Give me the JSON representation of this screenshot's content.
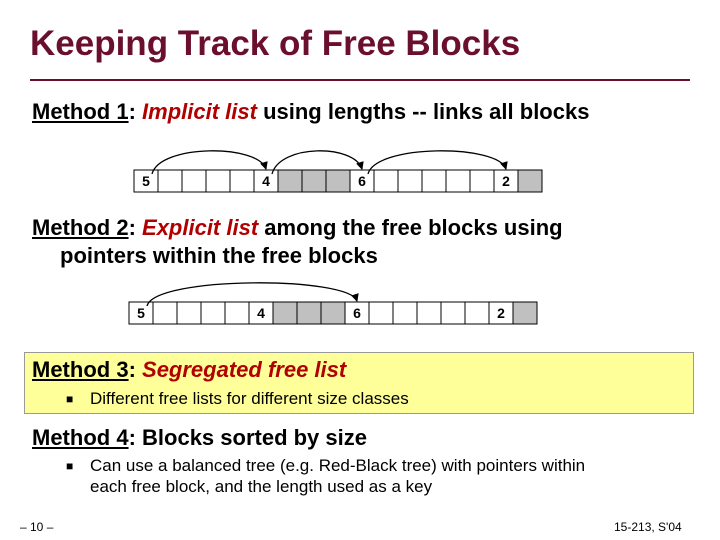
{
  "title": "Keeping Track of Free Blocks",
  "method1": {
    "label": "Method 1",
    "colon": ":",
    "em": "Implicit list",
    "rest": "using lengths -- links all blocks",
    "block_values": [
      "5",
      "4",
      "6",
      "2"
    ]
  },
  "method2": {
    "label": "Method 2",
    "colon": ":",
    "em": "Explicit list",
    "rest": "among the free blocks using",
    "line2": "pointers within the free blocks",
    "block_values": [
      "5",
      "4",
      "6",
      "2"
    ]
  },
  "method3": {
    "label": "Method 3",
    "colon": ":",
    "em": "Segregated free list",
    "bullet": "Different free lists for different size classes"
  },
  "method4": {
    "label": "Method 4",
    "colon": ":",
    "rest": "Blocks sorted by size",
    "bullet_line1": "Can use a balanced tree (e.g. Red-Black tree) with pointers within",
    "bullet_line2": "each free block, and the length used as a key"
  },
  "footer": {
    "page": "– 10 –",
    "course": "15-213, S'04"
  },
  "colors": {
    "title": "#6b0f2e",
    "emphasis": "#b00000",
    "allocated": "#c0c0c0",
    "highlight": "#ffff99"
  }
}
